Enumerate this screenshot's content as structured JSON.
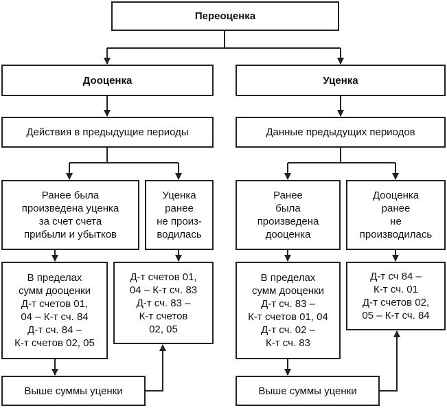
{
  "root": "Переоценка",
  "markup": {
    "title": "Дооценка",
    "prev_actions": "Действия в предыдущие периоды",
    "earlier": "Ранее была\nпроизведена уценка\nза счет счета\nприбыли и убытков",
    "no_markdown": "Уценка\nранее\nне произ-\nводилась",
    "within": "В пределах\nсумм дооценки\nД-т счетов 01,\n04 – К-т сч. 84\nД-т сч. 84 –\nК-т счетов 02, 05",
    "entries": "Д-т счетов 01,\n04 – К-т сч. 83\nД-т сч. 83 –\nК-т счетов\n02, 05",
    "above": "Выше суммы уценки"
  },
  "markdown": {
    "title": "Уценка",
    "prev_data": "Данные предыдущих периодов",
    "earlier": "Ранее\nбыла\nпроизведена\nдооценка",
    "no_markup": "Дооценка\nранее\nне\nпроизводилась",
    "within": "В пределах\nсумм дооценки\nД-т сч. 83 –\nК-т счетов 01, 04\nД-т сч. 02 –\nК-т сч. 83",
    "entries": "Д-т сч 84 –\nК-т сч. 01\nД-т счетов 02,\n05 – К-т сч. 84",
    "above": "Выше суммы уценки"
  }
}
